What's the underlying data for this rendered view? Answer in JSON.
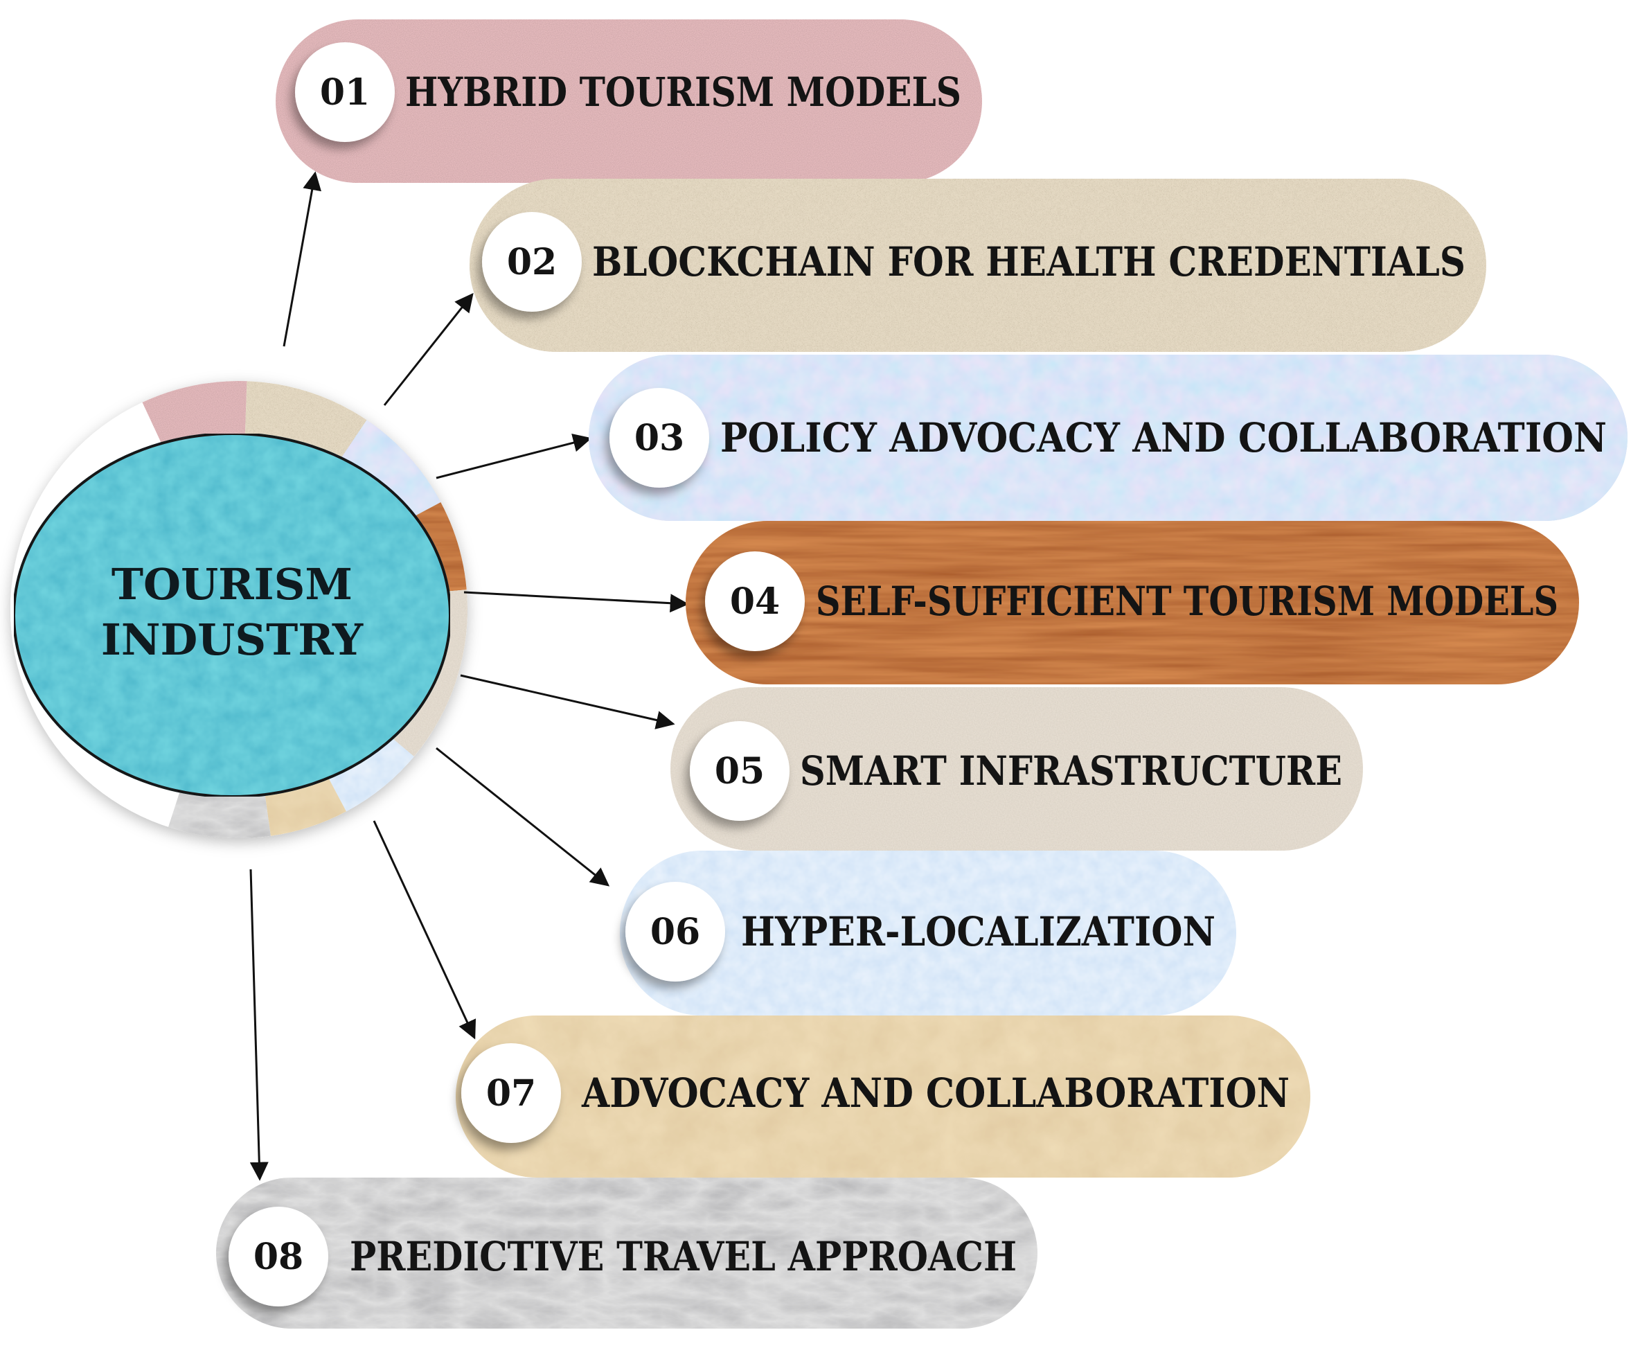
{
  "hub": {
    "line1": "TOURISM",
    "line2": "INDUSTRY",
    "fill": "#6fd3de"
  },
  "items": [
    {
      "num": "01",
      "label": "HYBRID TOURISM MODELS",
      "color": "#f0c3c6",
      "texture": "linen"
    },
    {
      "num": "02",
      "label": "BLOCKCHAIN FOR HEALTH CREDENTIALS",
      "color": "#e7dcc6",
      "texture": "burlap"
    },
    {
      "num": "03",
      "label": "POLICY ADVOCACY AND COLLABORATION",
      "color": "#c9d8f3",
      "texture": "pastel-marble"
    },
    {
      "num": "04",
      "label": "SELF-SUFFICIENT TOURISM MODELS",
      "color": "#d3874d",
      "texture": "wood"
    },
    {
      "num": "05",
      "label": "SMART INFRASTRUCTURE",
      "color": "#e9e1d5",
      "texture": "stucco"
    },
    {
      "num": "06",
      "label": "HYPER-LOCALIZATION",
      "color": "#cfe2f7",
      "texture": "light-blue-paper"
    },
    {
      "num": "07",
      "label": "ADVOCACY AND COLLABORATION",
      "color": "#f0deb9",
      "texture": "parchment"
    },
    {
      "num": "08",
      "label": "PREDICTIVE TRAVEL APPROACH",
      "color": "#e0e0e0",
      "texture": "white-marble"
    }
  ]
}
